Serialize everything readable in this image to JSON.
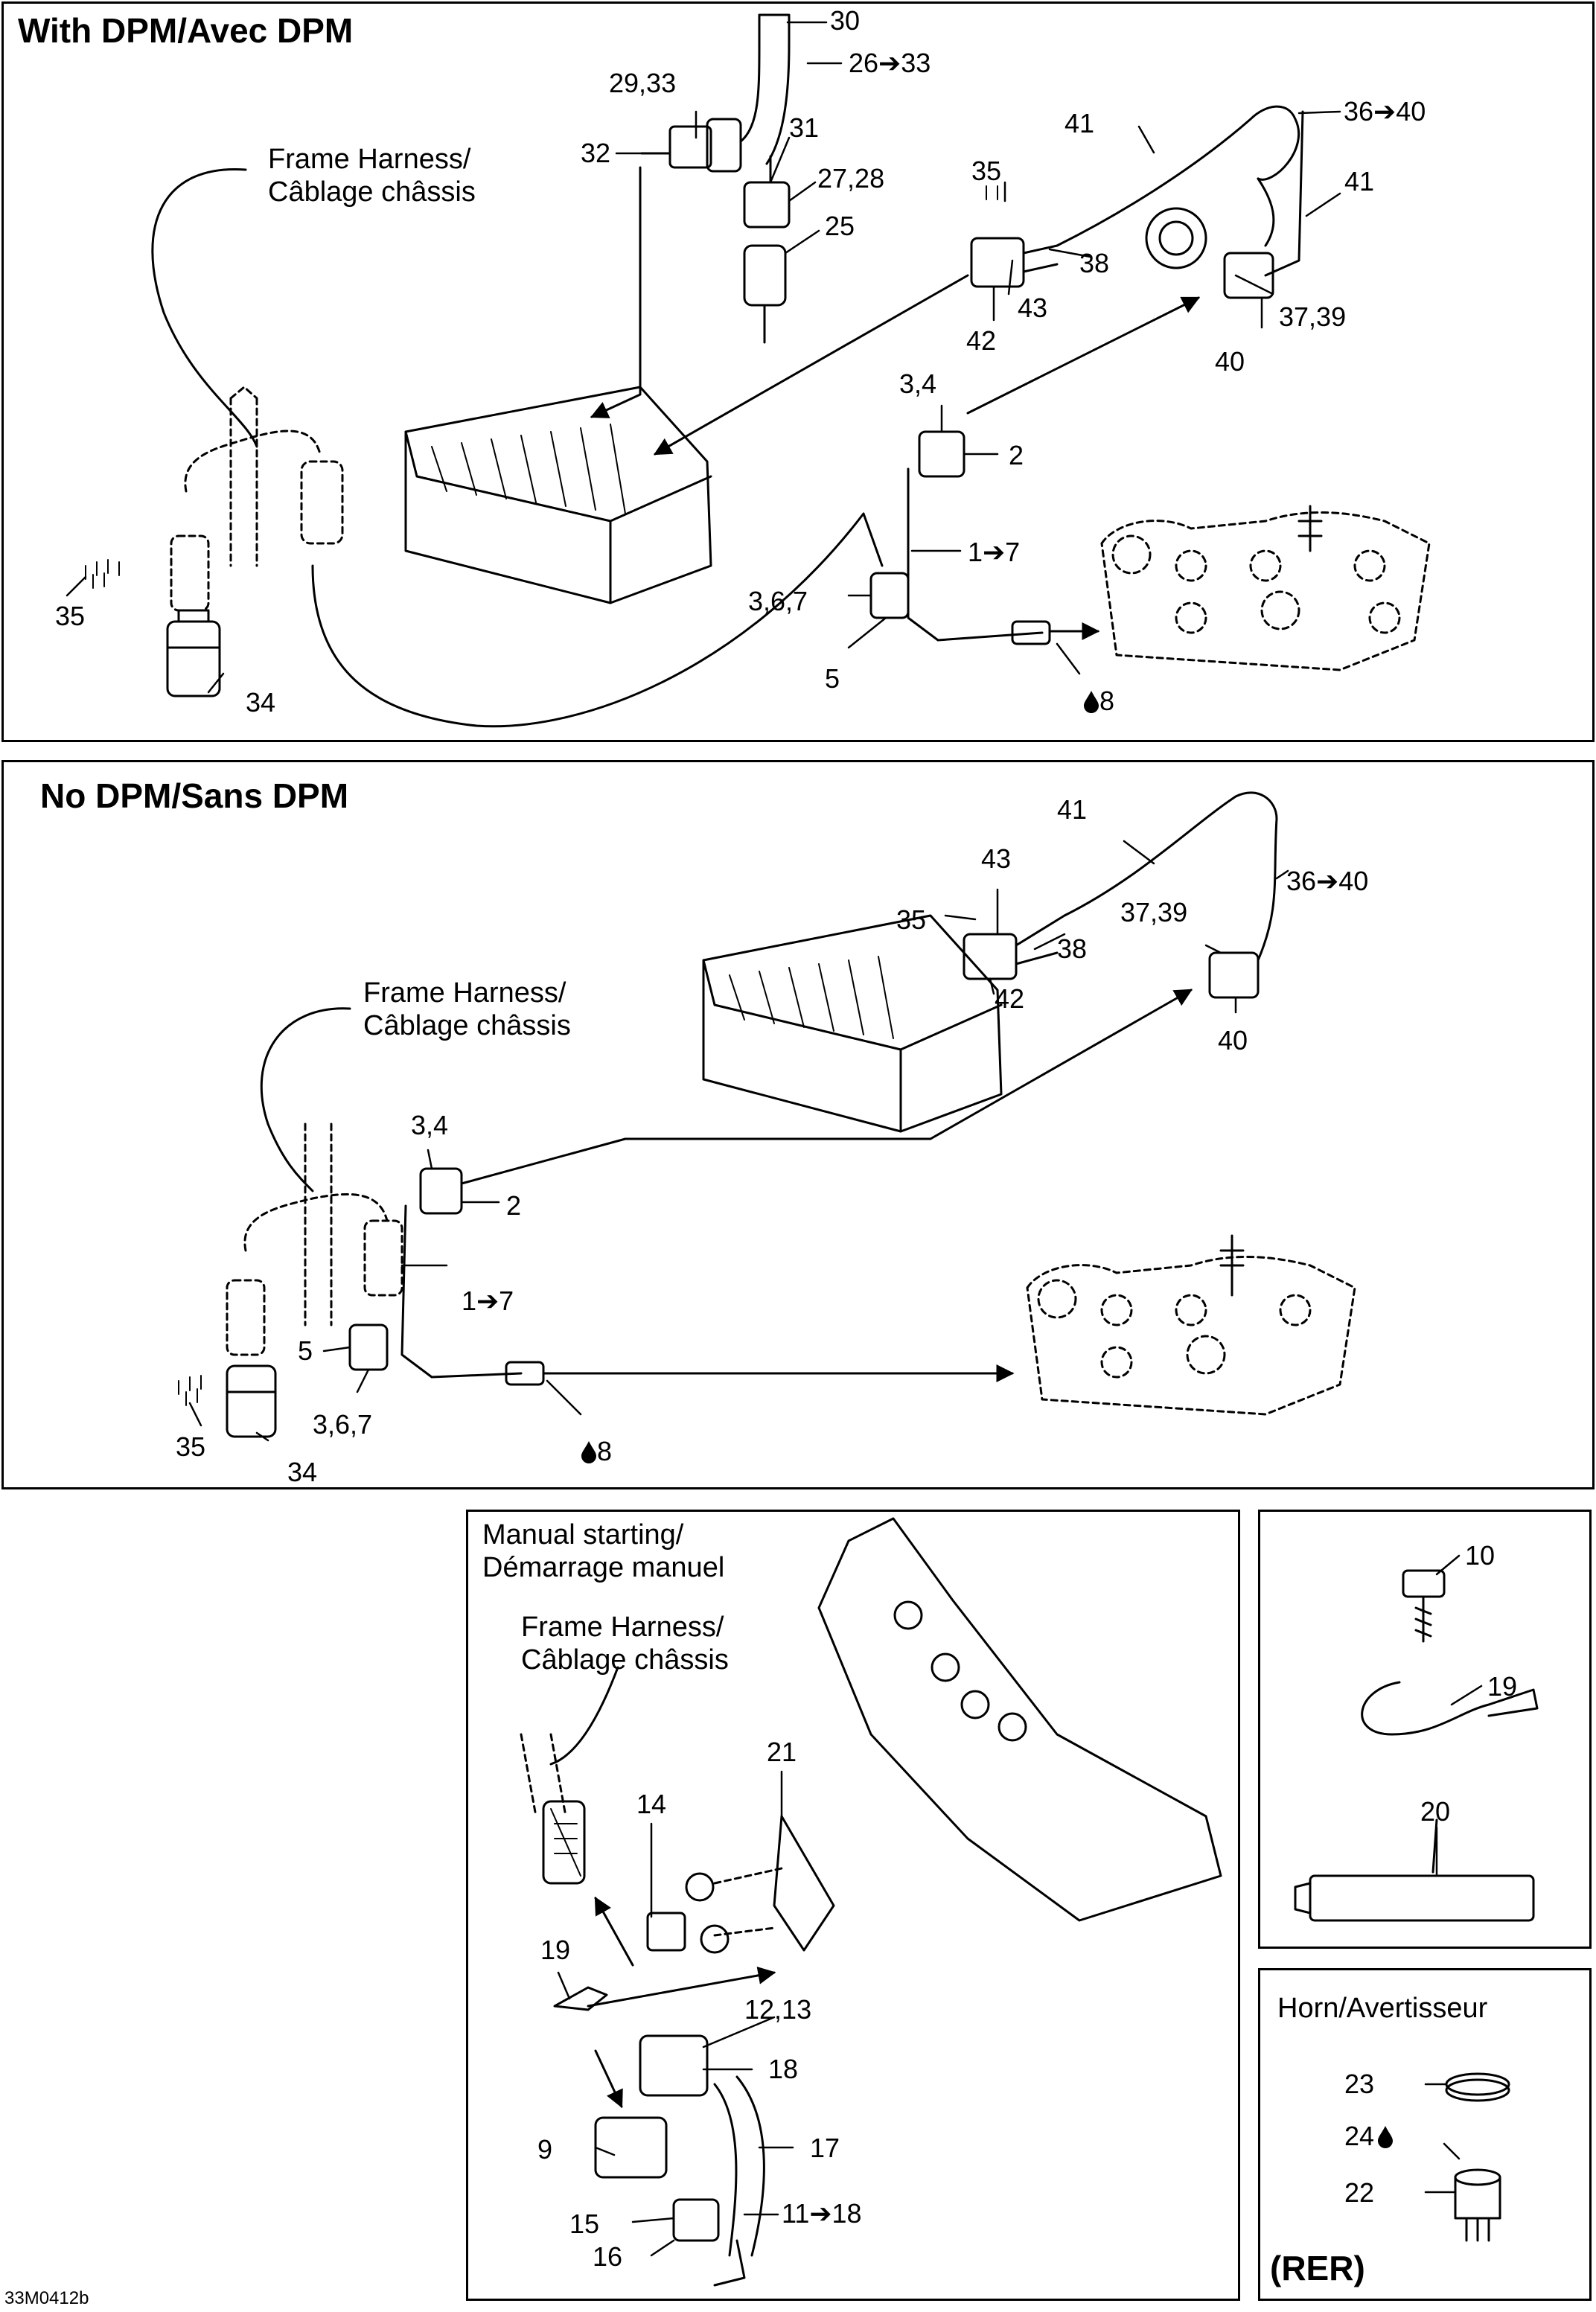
{
  "figure_id": "33M0412b",
  "panels": {
    "with_dpm": {
      "title": "With DPM/Avec DPM",
      "frame_harness_1": "Frame Harness/",
      "frame_harness_2": "Câblage châssis"
    },
    "no_dpm": {
      "title": "No DPM/Sans DPM",
      "frame_harness_1": "Frame Harness/",
      "frame_harness_2": "Câblage châssis"
    },
    "manual": {
      "title_1": "Manual starting/",
      "title_2": "Démarrage manuel",
      "frame_harness_1": "Frame Harness/",
      "frame_harness_2": "Câblage châssis"
    },
    "hardware": {},
    "horn": {
      "title": "Horn/Avertisseur",
      "note": "(RER)"
    }
  },
  "callouts": {
    "with_dpm": [
      "30",
      "26➔33",
      "29,33",
      "32",
      "31",
      "27,28",
      "25",
      "41",
      "36➔40",
      "41",
      "35",
      "38",
      "43",
      "42",
      "37,39",
      "40",
      "3,4",
      "2",
      "1➔7",
      "3,6,7",
      "5",
      "8",
      "35",
      "34"
    ],
    "no_dpm": [
      "41",
      "36➔40",
      "43",
      "35",
      "38",
      "42",
      "37,39",
      "40",
      "3,4",
      "2",
      "1➔7",
      "5",
      "3,6,7",
      "8",
      "35",
      "34"
    ],
    "manual": [
      "21",
      "14",
      "19",
      "12,13",
      "18",
      "9",
      "17",
      "15",
      "16",
      "11➔18"
    ],
    "hardware": [
      "10",
      "19",
      "20"
    ],
    "horn": [
      "23",
      "24",
      "22"
    ]
  },
  "icons": [
    "oil-drop-icon"
  ]
}
